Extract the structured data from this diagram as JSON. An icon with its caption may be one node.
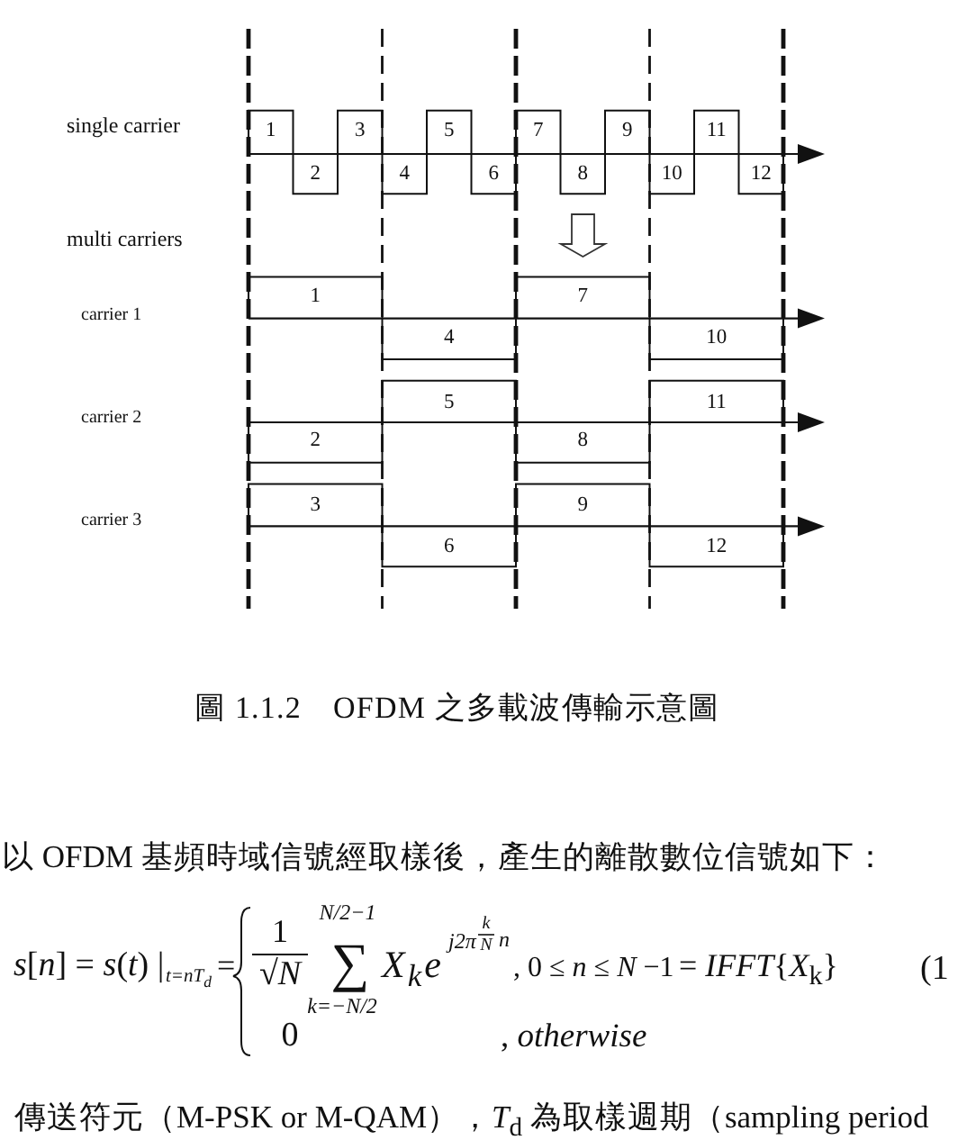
{
  "diagram": {
    "caption": "圖 1.1.2　OFDM 之多載波傳輸示意圖",
    "labels": [
      "single carrier",
      "1",
      "3",
      "5",
      "7",
      "9",
      "11",
      "2",
      "4",
      "6",
      "8",
      "10",
      "12",
      "multi carriers",
      "1",
      "7",
      "carrier 1",
      "4",
      "10",
      "5",
      "11",
      "carrier 2",
      "2",
      "8",
      "3",
      "9",
      "carrier 3",
      "6",
      "12",
      "以 OFDM 基頻時域信號經取樣後，產生的離散數位信號如下：",
      "*s*[*n*] = *s*(*t*) |",
      "t=nT$_{d}$",
      "=",
      "1",
      "N/2−1",
      "√*N*",
      "∑",
      "k=−N/2",
      "X$_{k}$e",
      "j2π",
      "k",
      "N",
      "n",
      ", 0 ≤ *n* ≤ *N* −1",
      "= *IFFT*{*X*$_{k}$}",
      "(1",
      "0",
      ", *otherwise*",
      "傳送符元（M-PSK or M-QAM），*T*$_{d}$ 為取樣週期（sampling period"
    ]
  }
}
